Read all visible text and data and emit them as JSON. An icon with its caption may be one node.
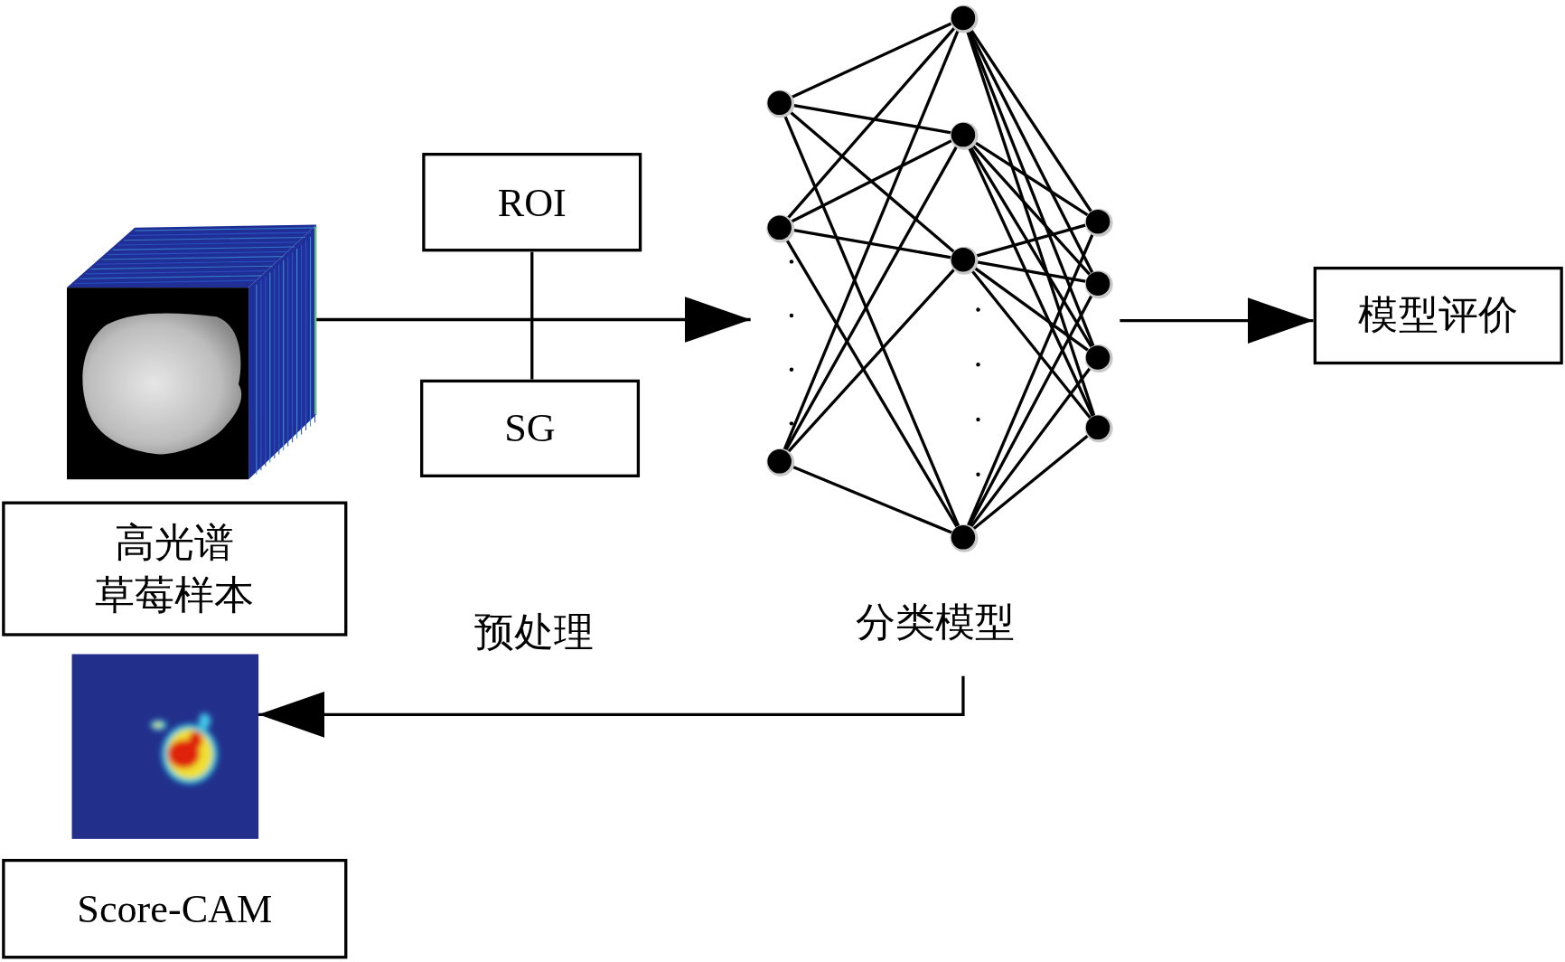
{
  "diagram": {
    "nodes": [
      {
        "text": [],
        "shape": "picture"
      },
      {
        "text": [
          "高光谱草莓样本"
        ]
      },
      {
        "text": [],
        "shape": "picture"
      },
      {
        "text": [
          "Score-CAM"
        ]
      },
      {
        "text": [
          "ROI"
        ]
      },
      {
        "text": [
          "SG"
        ]
      },
      {
        "text": [],
        "shape": "picture",
        "beside": [
          "分类模型"
        ]
      },
      {
        "text": [
          "模型评价"
        ]
      }
    ],
    "edges": [
      {
        "from": 0,
        "to": 6,
        "arrow": "to"
      },
      {
        "from": 4,
        "to": 5,
        "arrow": "none"
      },
      {
        "from": 6,
        "to": 7,
        "arrow": "to"
      },
      {
        "from": 6,
        "to": 2,
        "arrow": "to"
      }
    ],
    "labels": [
      "预处理"
    ]
  }
}
